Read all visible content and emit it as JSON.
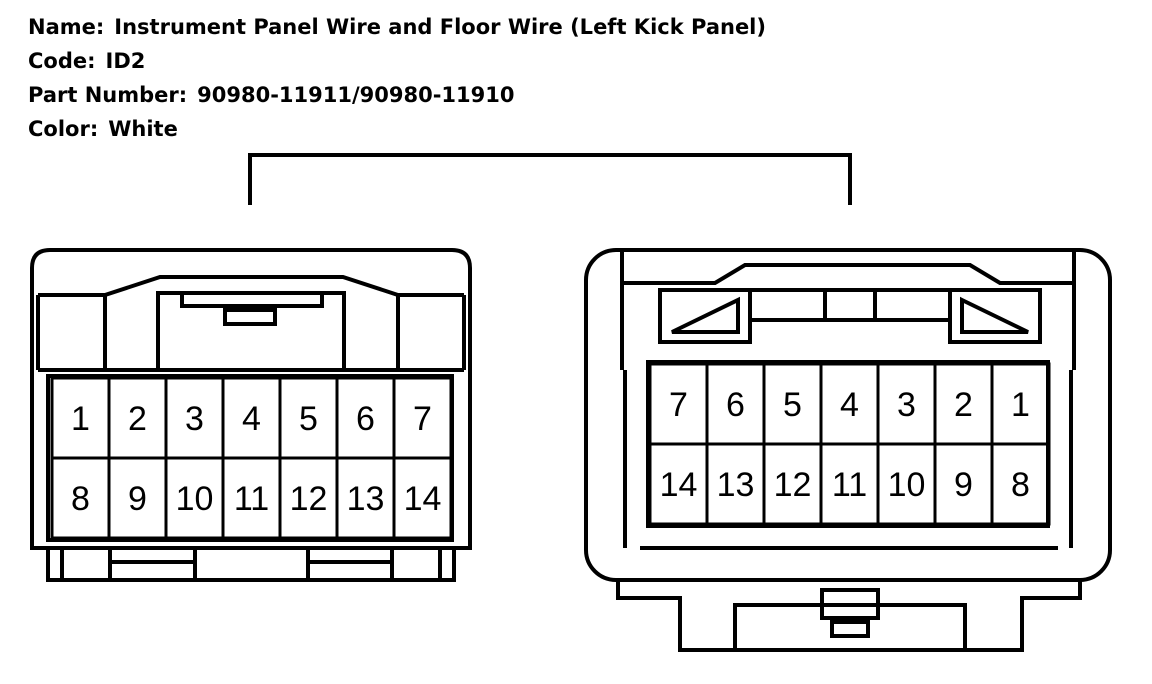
{
  "info": {
    "name_label": "Name:",
    "name_value": "Instrument Panel Wire and Floor Wire (Left Kick Panel)",
    "code_label": "Code:",
    "code_value": "ID2",
    "part_label": "Part Number:",
    "part_value": "90980-11911/90980-11910",
    "color_label": "Color:",
    "color_value": "White"
  },
  "left_connector": {
    "pins_top": [
      "1",
      "2",
      "3",
      "4",
      "5",
      "6",
      "7"
    ],
    "pins_bottom": [
      "8",
      "9",
      "10",
      "11",
      "12",
      "13",
      "14"
    ]
  },
  "right_connector": {
    "pins_top": [
      "7",
      "6",
      "5",
      "4",
      "3",
      "2",
      "1"
    ],
    "pins_bottom": [
      "14",
      "13",
      "12",
      "11",
      "10",
      "9",
      "8"
    ]
  }
}
